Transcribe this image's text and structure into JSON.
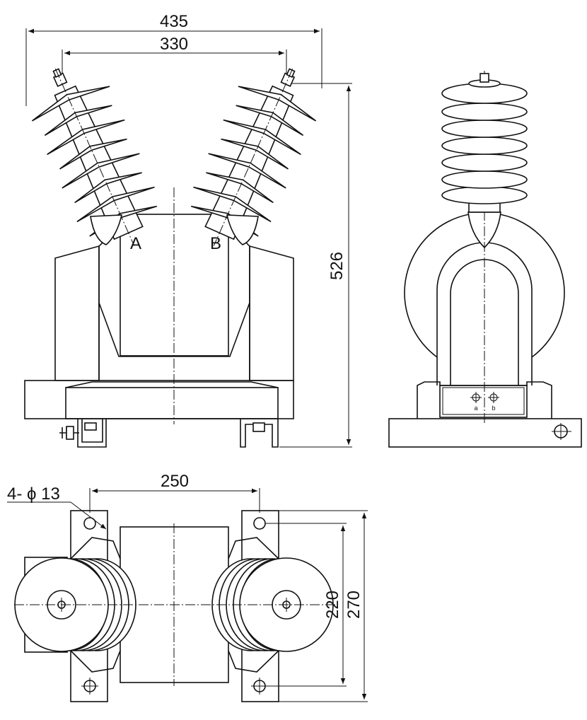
{
  "dimensions": {
    "overall_width": "435",
    "terminal_spacing": "330",
    "height": "526",
    "base_hole_spacing": "250",
    "hole_spec": "4- ϕ 13",
    "inner_depth": "220",
    "outer_depth": "270"
  },
  "labels": {
    "terminal_a": "A",
    "terminal_b": "B",
    "secondary_a": "a",
    "secondary_b": "b"
  }
}
